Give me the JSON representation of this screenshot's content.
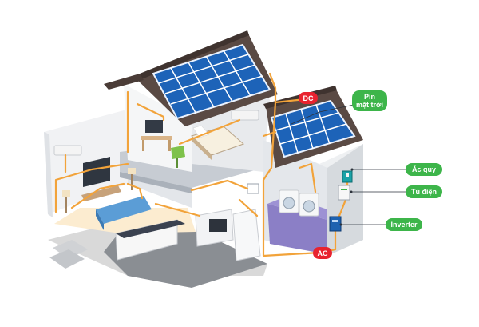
{
  "labels": {
    "dc": "DC",
    "ac": "AC",
    "solar_panel": [
      "Pin",
      "mặt trời"
    ],
    "battery": "Ắc quy",
    "cabinet": "Tủ điện",
    "inverter": "Inverter"
  },
  "colors": {
    "green_label": "#3db54a",
    "red_label": "#e8232f",
    "wire": "#f2a33a",
    "panel": "#1d63b8",
    "roof": "#5a4a44",
    "wall": "#eceef0",
    "floor_light": "#fcecd0",
    "floor_purple": "#8b7fc6",
    "floor_gray": "#8a8e93"
  },
  "icons": [
    "house-icon",
    "solar-panel-icon",
    "battery-icon",
    "electrical-cabinet-icon",
    "inverter-icon"
  ]
}
